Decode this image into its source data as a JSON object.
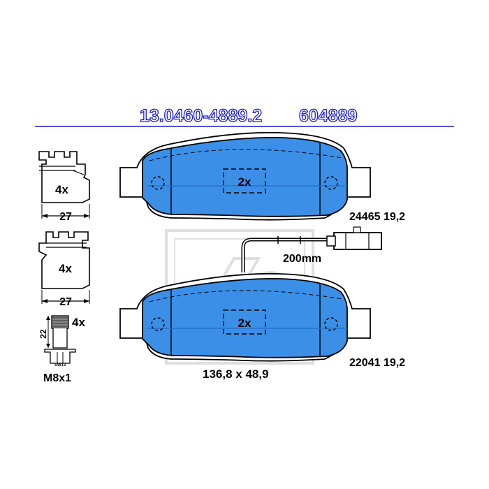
{
  "header": {
    "part_number": "13.0460-4889.2",
    "ref_number": "604889"
  },
  "pads": {
    "upper": {
      "qty": "2x",
      "code": "24465 19,2"
    },
    "lower": {
      "qty": "2x",
      "code": "22041 19,2"
    },
    "dimensions": "136,8 x 48,9",
    "wear_sensor_length": "200mm"
  },
  "clips": {
    "upper": {
      "qty": "4x",
      "width": "27"
    },
    "lower": {
      "qty": "4x",
      "width": "27"
    }
  },
  "bolt": {
    "qty": "4x",
    "length": "22",
    "wrench": "SW13",
    "thread": "M8x1"
  },
  "brand": {
    "watermark": "Ate"
  },
  "colors": {
    "pad_blue": "#3b8fe6",
    "title_blue": "#1a1acc",
    "line": "#000000"
  }
}
